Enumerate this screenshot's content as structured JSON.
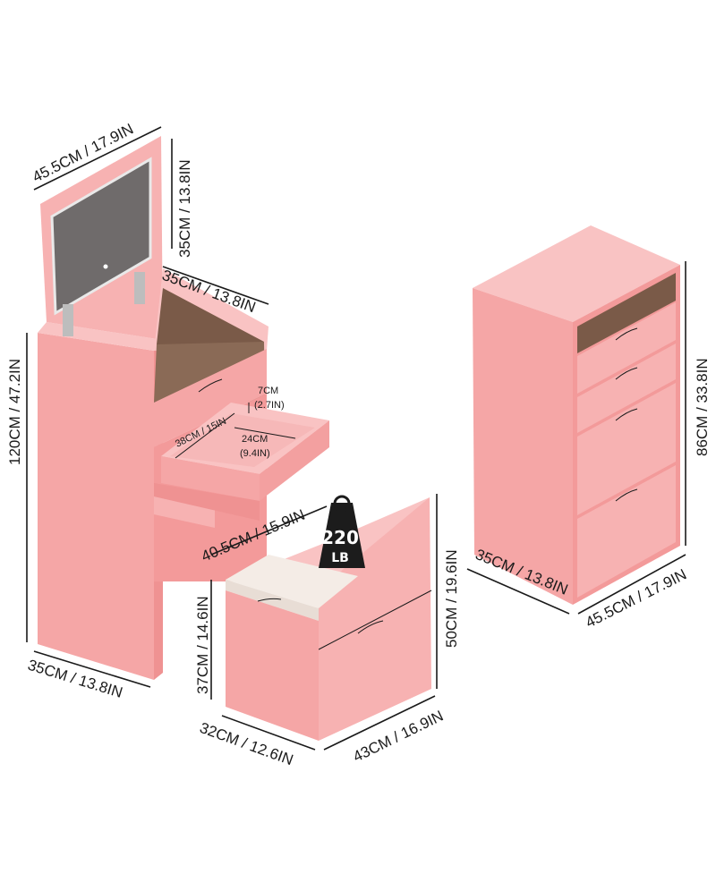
{
  "dimensions": {
    "vanity_width": "45.5CM / 17.9IN",
    "vanity_height": "120CM / 47.2IN",
    "vanity_depth": "35CM / 13.8IN",
    "mirror_height": "35CM / 13.8IN",
    "mirror_depth": "35CM / 13.8IN",
    "drawer_height_cm": "7CM",
    "drawer_height_in": "(2.7IN)",
    "drawer_length": "38CM / 15IN",
    "drawer_width_cm": "24CM",
    "drawer_width_in": "(9.4IN)",
    "stool_top_width": "40.5CM / 15.9IN",
    "stool_seat_height": "37CM / 14.6IN",
    "stool_total_height": "50CM / 19.6IN",
    "stool_depth": "32CM / 12.6IN",
    "stool_width": "43CM / 16.9IN",
    "cabinet_height": "86CM / 33.8IN",
    "cabinet_depth": "35CM / 13.8IN",
    "cabinet_width": "45.5CM / 17.9IN"
  },
  "weight_badge": {
    "value": "220",
    "unit": "LB",
    "icon": "weight-icon"
  },
  "colors": {
    "pink_front": "#f5a6a6",
    "pink_side": "#f39a9a",
    "pink_top": "#f9c3c3",
    "mirror": "#6f6b6b",
    "seat": "#f4ece6",
    "tray": "#7a5a48"
  }
}
